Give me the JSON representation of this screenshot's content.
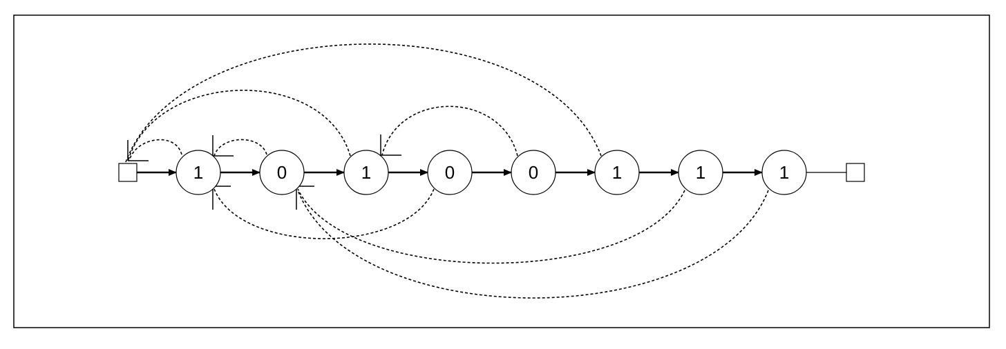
{
  "diagram": {
    "nodes": [
      {
        "id": "start",
        "kind": "square",
        "label": ""
      },
      {
        "id": "n1",
        "kind": "circle",
        "label": "1"
      },
      {
        "id": "n2",
        "kind": "circle",
        "label": "0"
      },
      {
        "id": "n3",
        "kind": "circle",
        "label": "1"
      },
      {
        "id": "n4",
        "kind": "circle",
        "label": "0"
      },
      {
        "id": "n5",
        "kind": "circle",
        "label": "0"
      },
      {
        "id": "n6",
        "kind": "circle",
        "label": "1"
      },
      {
        "id": "n7",
        "kind": "circle",
        "label": "1"
      },
      {
        "id": "n8",
        "kind": "circle",
        "label": "1"
      },
      {
        "id": "end",
        "kind": "square",
        "label": ""
      }
    ],
    "forward_edges": [
      {
        "from": "start",
        "to": "n1",
        "style": "solid-arrow"
      },
      {
        "from": "n1",
        "to": "n2",
        "style": "solid-arrow"
      },
      {
        "from": "n2",
        "to": "n3",
        "style": "solid-arrow"
      },
      {
        "from": "n3",
        "to": "n4",
        "style": "solid-arrow"
      },
      {
        "from": "n4",
        "to": "n5",
        "style": "solid-arrow"
      },
      {
        "from": "n5",
        "to": "n6",
        "style": "solid-arrow"
      },
      {
        "from": "n6",
        "to": "n7",
        "style": "solid-arrow"
      },
      {
        "from": "n7",
        "to": "n8",
        "style": "solid-arrow"
      },
      {
        "from": "n8",
        "to": "end",
        "style": "solid-line"
      }
    ],
    "failure_links": [
      {
        "from": "n1",
        "to": "start",
        "side": "above"
      },
      {
        "from": "n2",
        "to": "n1",
        "side": "above"
      },
      {
        "from": "n3",
        "to": "start",
        "side": "above"
      },
      {
        "from": "n5",
        "to": "n3",
        "side": "above"
      },
      {
        "from": "n6",
        "to": "start",
        "side": "above"
      },
      {
        "from": "n4",
        "to": "n1",
        "side": "below"
      },
      {
        "from": "n7",
        "to": "n2",
        "side": "below"
      },
      {
        "from": "n8",
        "to": "n2",
        "side": "below"
      }
    ],
    "colors": {
      "stroke": "#000000",
      "fill": "#ffffff"
    }
  }
}
